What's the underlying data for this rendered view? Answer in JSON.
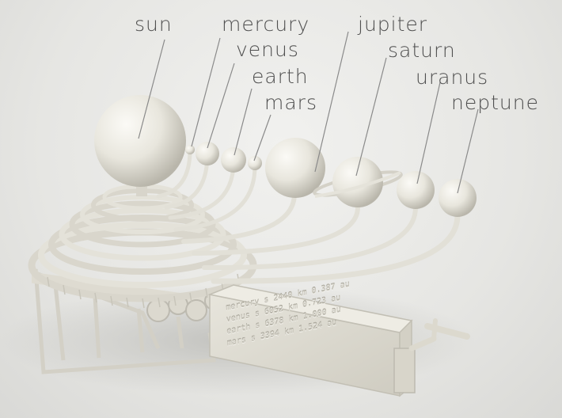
{
  "labels": {
    "sun": "sun",
    "mercury": "mercury",
    "venus": "venus",
    "earth": "earth",
    "mars": "mars",
    "jupiter": "jupiter",
    "saturn": "saturn",
    "uranus": "uranus",
    "neptune": "neptune"
  },
  "plaque": [
    "mercury s 2440 km 0.387 au",
    "venus s 6052 km 0.723 au",
    "earth s 6378 km 1.000 au",
    "mars s 3394 km 1.524 au"
  ],
  "colors": {
    "model": "#e9e7de",
    "label_text": "#4f4f4f",
    "leader_line": "#8a8a8a"
  }
}
